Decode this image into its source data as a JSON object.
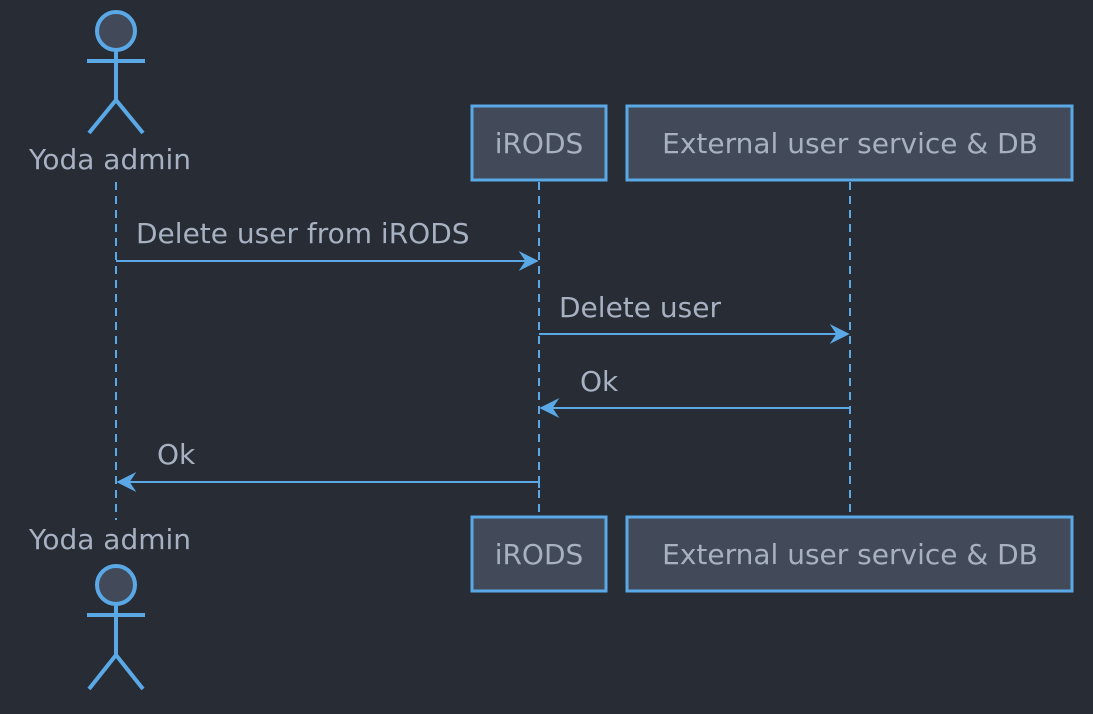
{
  "diagram_type": "sequence",
  "colors": {
    "background": "#272c35",
    "line": "#5aa9e6",
    "box_fill": "#424a5a",
    "text": "#a7b1c2"
  },
  "participants": [
    {
      "id": "admin",
      "label": "Yoda admin",
      "kind": "actor"
    },
    {
      "id": "irods",
      "label": "iRODS",
      "kind": "participant"
    },
    {
      "id": "ext",
      "label": "External user service & DB",
      "kind": "participant"
    }
  ],
  "messages": [
    {
      "from": "admin",
      "to": "irods",
      "label": "Delete user from iRODS"
    },
    {
      "from": "irods",
      "to": "ext",
      "label": "Delete user"
    },
    {
      "from": "ext",
      "to": "irods",
      "label": "Ok"
    },
    {
      "from": "irods",
      "to": "admin",
      "label": "Ok"
    }
  ]
}
